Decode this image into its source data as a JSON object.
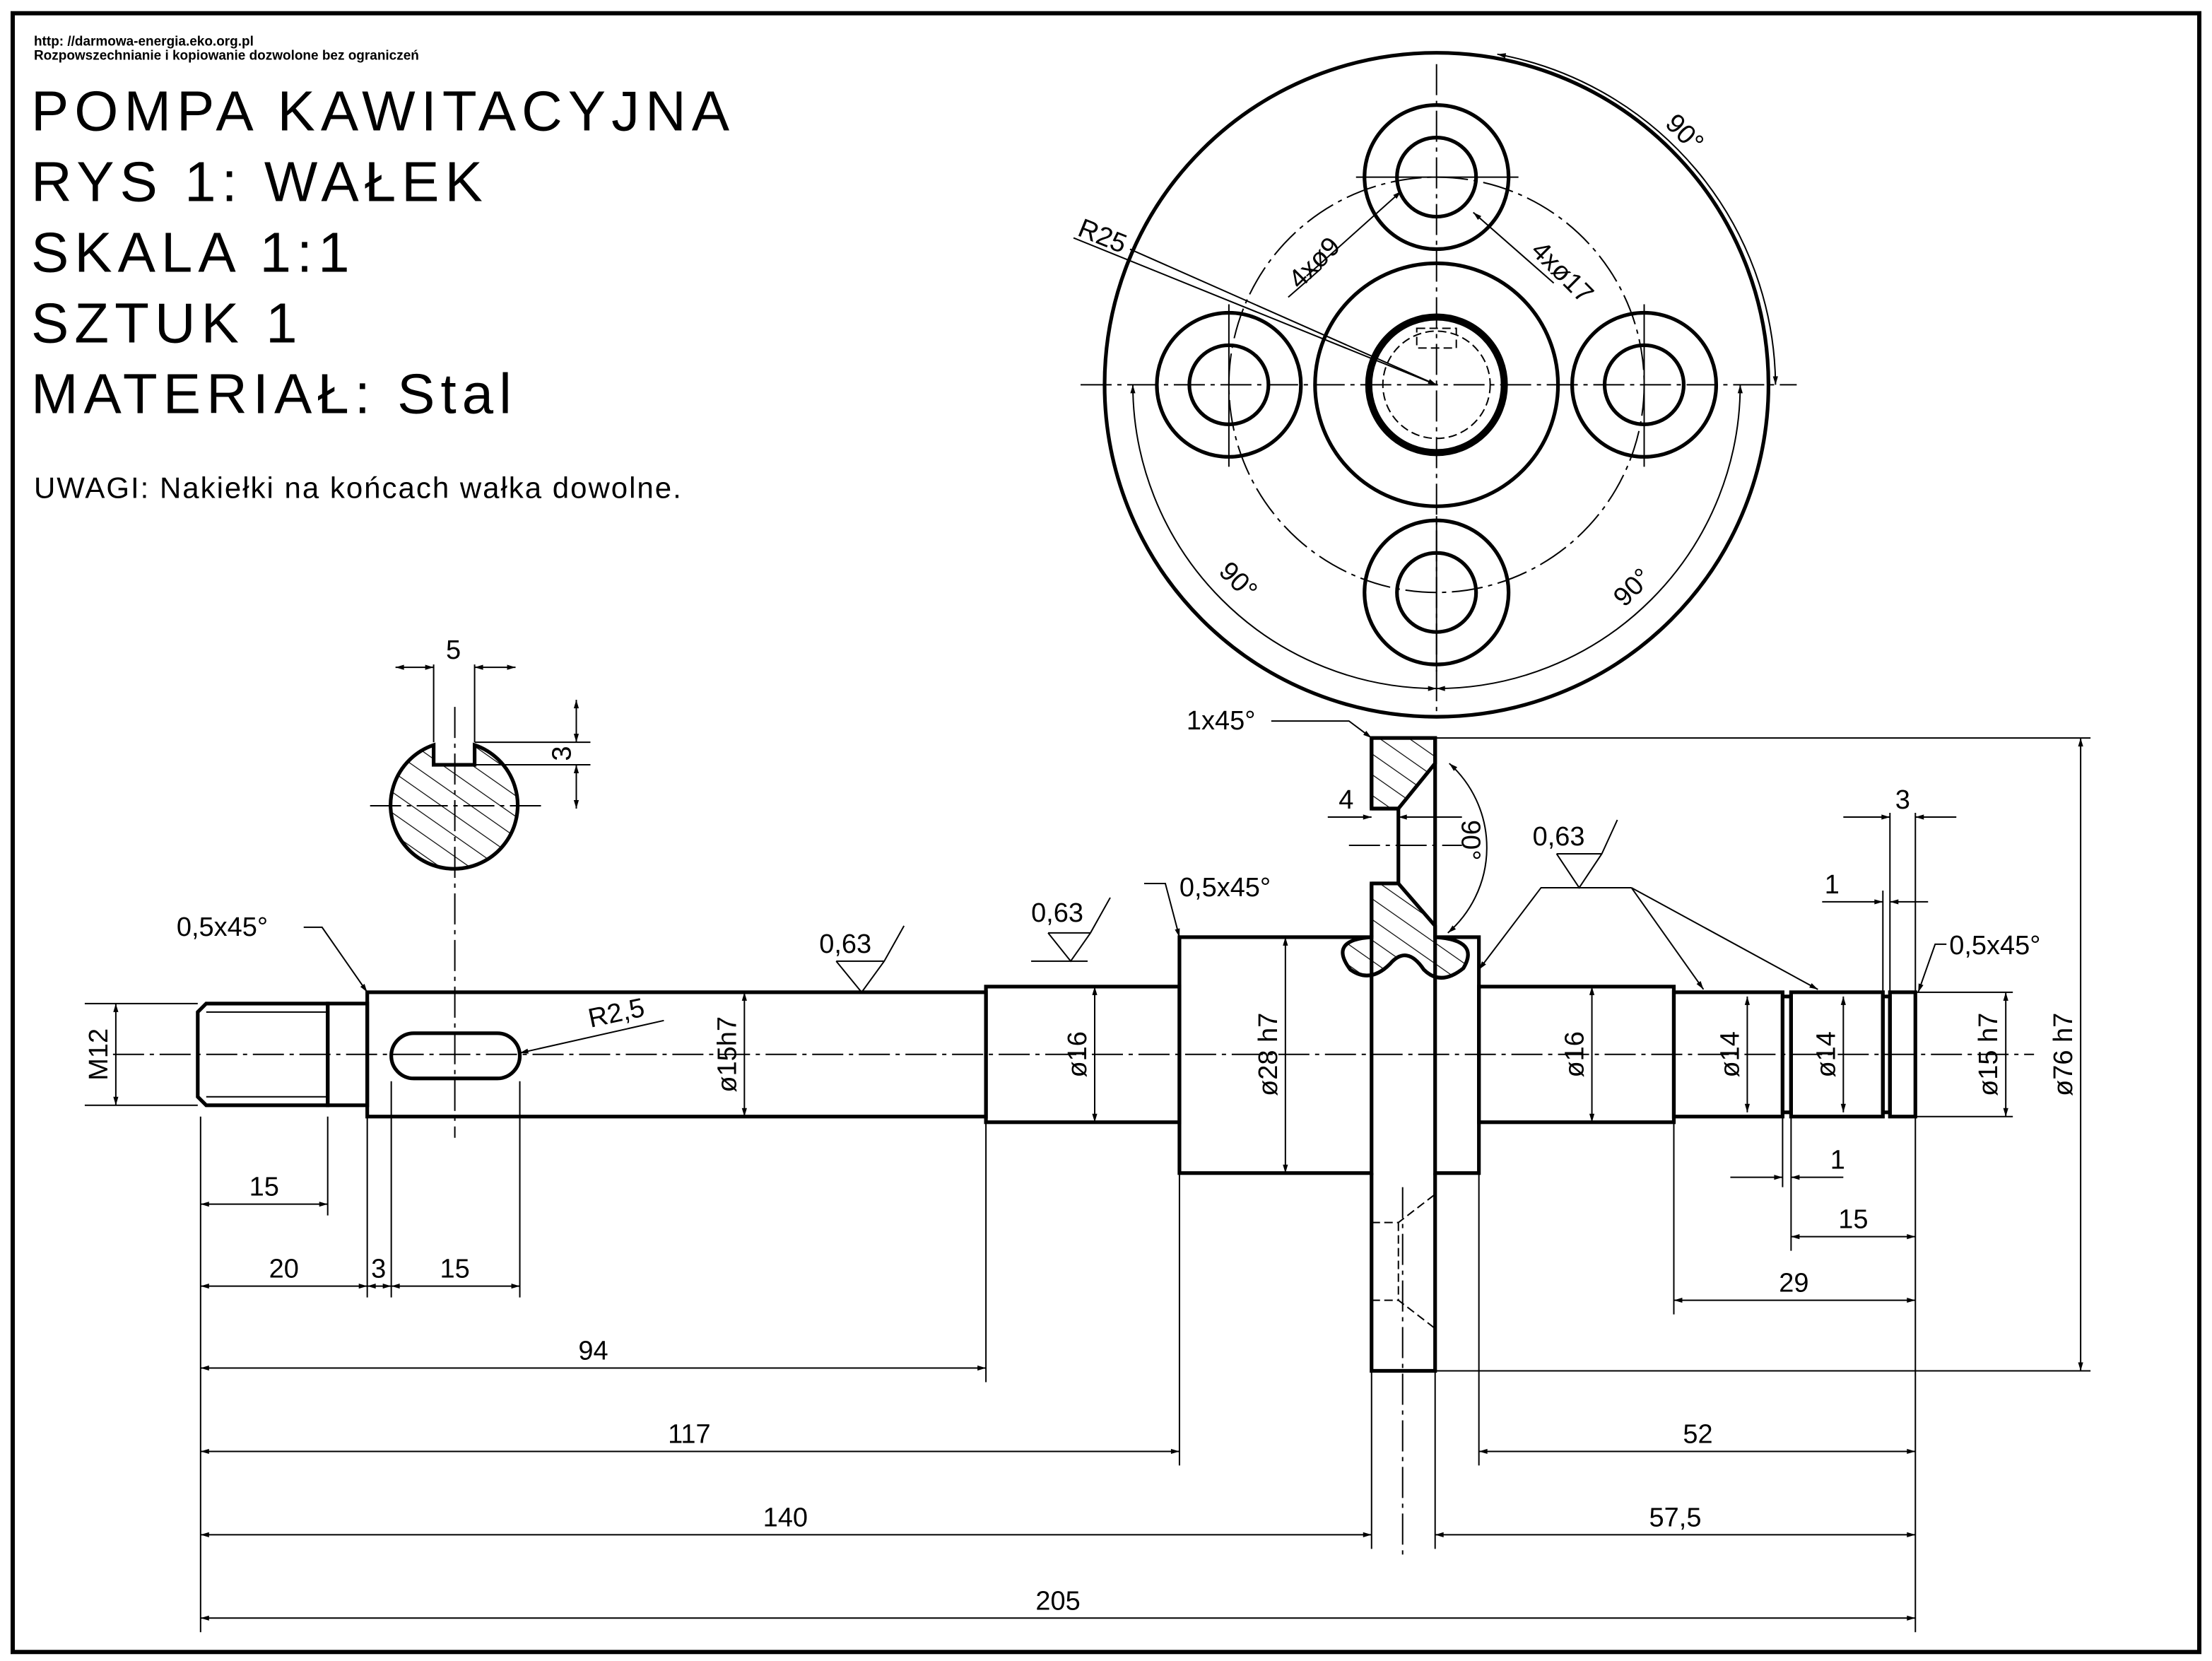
{
  "header": {
    "url": "http: //darmowa-energia.eko.org.pl",
    "license": "Rozpowszechnianie i kopiowanie dozwolone bez ograniczeń"
  },
  "title_block": {
    "title": "POMPA KAWITACYJNA",
    "drawing": "RYS 1:  WAŁEK",
    "scale": "SKALA 1:1",
    "quantity": "SZTUK 1",
    "material": "MATERIAŁ:  Stal",
    "notes": "UWAGI: Nakiełki na końcach wałka dowolne."
  },
  "flange_view": {
    "radius": "R25",
    "holes_small": "4xø9",
    "holes_large": "4xø17",
    "angle_top": "90°",
    "angle_left": "90°",
    "angle_right": "90°"
  },
  "section_view": {
    "key_width": "5",
    "key_depth": "3"
  },
  "shaft_view": {
    "thread": "M12",
    "d1": "ø15h7",
    "d2": "ø16",
    "d3": "ø28 h7",
    "d4": "ø16",
    "d5": "ø14",
    "d6": "ø14",
    "d7": "ø15 h7",
    "d8": "ø76 h7",
    "chamfer_left": "0,5x45°",
    "chamfer_mid": "0,5x45°",
    "chamfer_flange": "1x45°",
    "chamfer_right": "0,5x45°",
    "roughness_1": "0,63",
    "roughness_2": "0,63",
    "roughness_3": "0,63",
    "slot_radius": "R2,5",
    "countersink_angle": "90°",
    "countersink_depth": "4",
    "groove_top": "1",
    "end_width": "3",
    "groove_bottom": "1"
  },
  "lengths": {
    "l_thread": "15",
    "l_20": "20",
    "l_3": "3",
    "l_slot": "15",
    "l_94": "94",
    "l_117": "117",
    "l_140": "140",
    "l_205": "205",
    "l_52": "52",
    "l_57": "57,5",
    "l_29": "29",
    "l_15r": "15"
  }
}
